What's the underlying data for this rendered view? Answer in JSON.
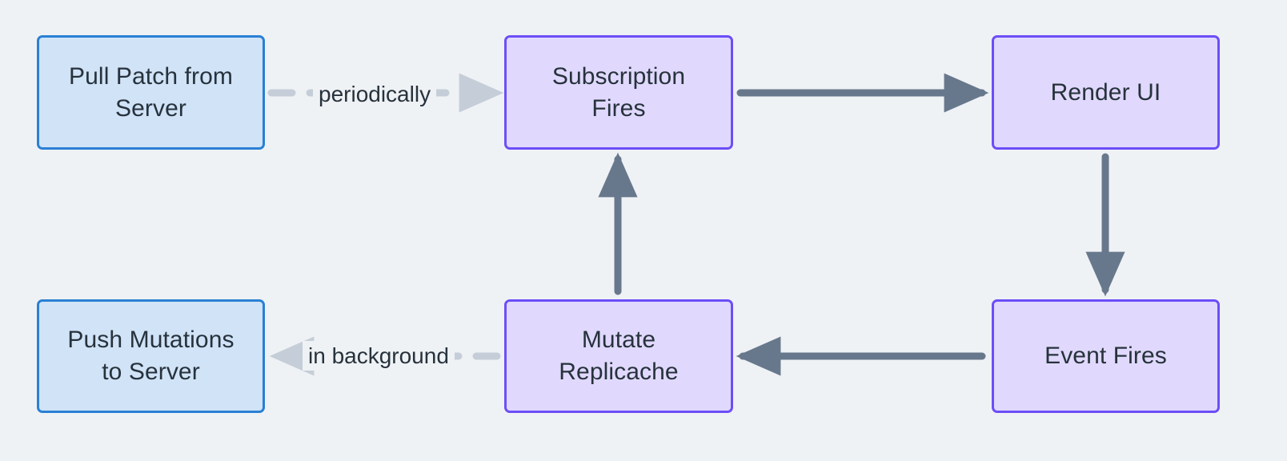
{
  "diagram": {
    "type": "flowchart",
    "direction": "left-to-right-cycle",
    "background_color": "#eff2f5",
    "nodes": [
      {
        "id": "pull",
        "label": "Pull Patch from\nServer",
        "style": "blue",
        "fill": "#d0e3f7",
        "stroke": "#2a80d4",
        "text_color": "#27323c"
      },
      {
        "id": "sub",
        "label": "Subscription\nFires",
        "style": "purple",
        "fill": "#e0d9fd",
        "stroke": "#6c4ef7",
        "text_color": "#27323c"
      },
      {
        "id": "render",
        "label": "Render UI",
        "style": "purple",
        "fill": "#e0d9fd",
        "stroke": "#6c4ef7",
        "text_color": "#27323c"
      },
      {
        "id": "push",
        "label": "Push Mutations\nto Server",
        "style": "blue",
        "fill": "#d0e3f7",
        "stroke": "#2a80d4",
        "text_color": "#27323c"
      },
      {
        "id": "mutate",
        "label": "Mutate\nReplicache",
        "style": "purple",
        "fill": "#e0d9fd",
        "stroke": "#6c4ef7",
        "text_color": "#27323c"
      },
      {
        "id": "event",
        "label": "Event Fires",
        "style": "purple",
        "fill": "#e0d9fd",
        "stroke": "#6c4ef7",
        "text_color": "#27323c"
      }
    ],
    "edges": [
      {
        "id": "e-pull-sub",
        "from": "pull",
        "to": "sub",
        "label": "periodically",
        "line": "dashed",
        "color": "#c5ced8"
      },
      {
        "id": "e-sub-render",
        "from": "sub",
        "to": "render",
        "label": "",
        "line": "solid",
        "color": "#68788c"
      },
      {
        "id": "e-render-event",
        "from": "render",
        "to": "event",
        "label": "",
        "line": "solid",
        "color": "#68788c"
      },
      {
        "id": "e-event-mutate",
        "from": "event",
        "to": "mutate",
        "label": "",
        "line": "solid",
        "color": "#68788c"
      },
      {
        "id": "e-mutate-sub",
        "from": "mutate",
        "to": "sub",
        "label": "",
        "line": "solid",
        "color": "#68788c"
      },
      {
        "id": "e-mutate-push",
        "from": "mutate",
        "to": "push",
        "label": "in background",
        "line": "dashed",
        "color": "#c5ced8"
      }
    ]
  }
}
